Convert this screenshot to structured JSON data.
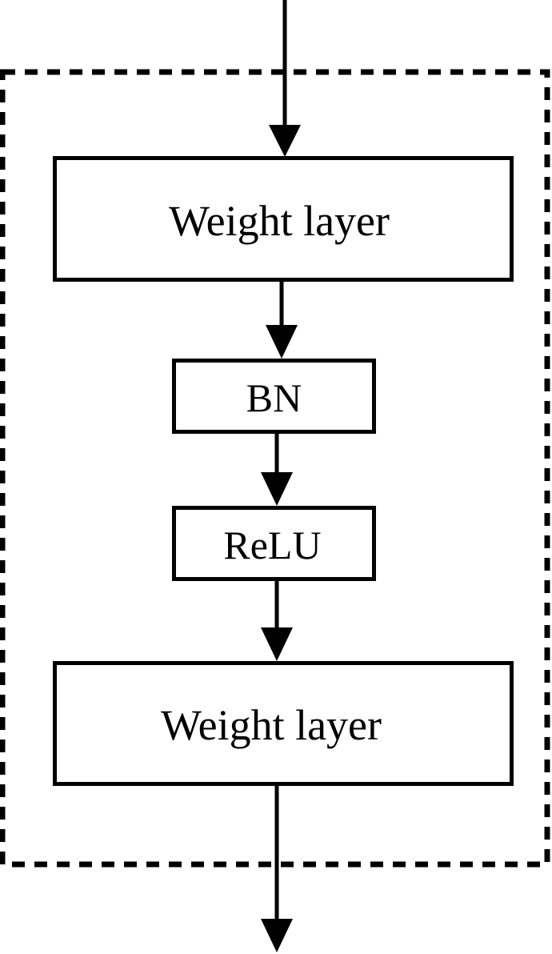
{
  "colors": {
    "stroke": "#000000",
    "background": "#ffffff"
  },
  "blocks": {
    "weight_layer_1": "Weight layer",
    "bn": "BN",
    "relu": "ReLU",
    "weight_layer_2": "Weight layer"
  }
}
